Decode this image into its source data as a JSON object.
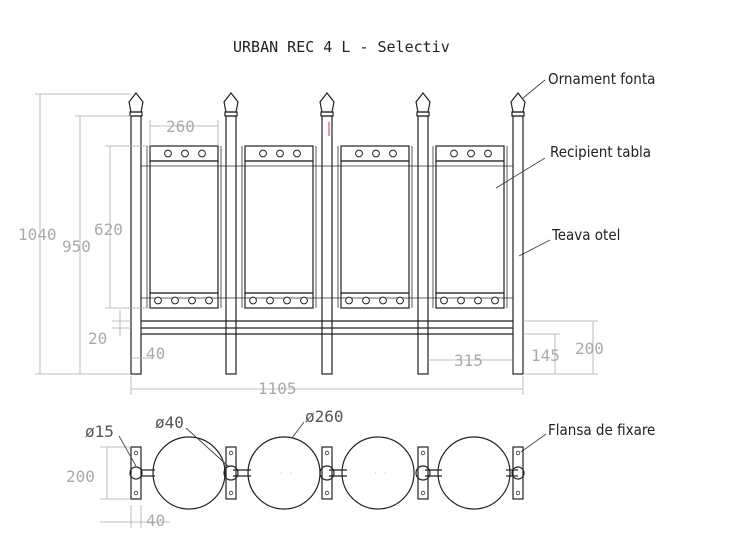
{
  "title": "URBAN REC 4 L - Selectiv",
  "callouts": {
    "ornament": "Ornament fonta",
    "recipient": "Recipient tabla",
    "teava": "Teava otel",
    "flansa": "Flansa de fixare"
  },
  "dimensions": {
    "total_height": "1040",
    "height_950": "950",
    "height_620": "620",
    "gap_20": "20",
    "width_260": "260",
    "base_40": "40",
    "spacing_315": "315",
    "height_145": "145",
    "height_200": "200",
    "total_width": "1105",
    "dia_15": "ø15",
    "dia_40": "ø40",
    "dia_260": "ø260",
    "plan_200": "200",
    "plan_40": "40"
  }
}
